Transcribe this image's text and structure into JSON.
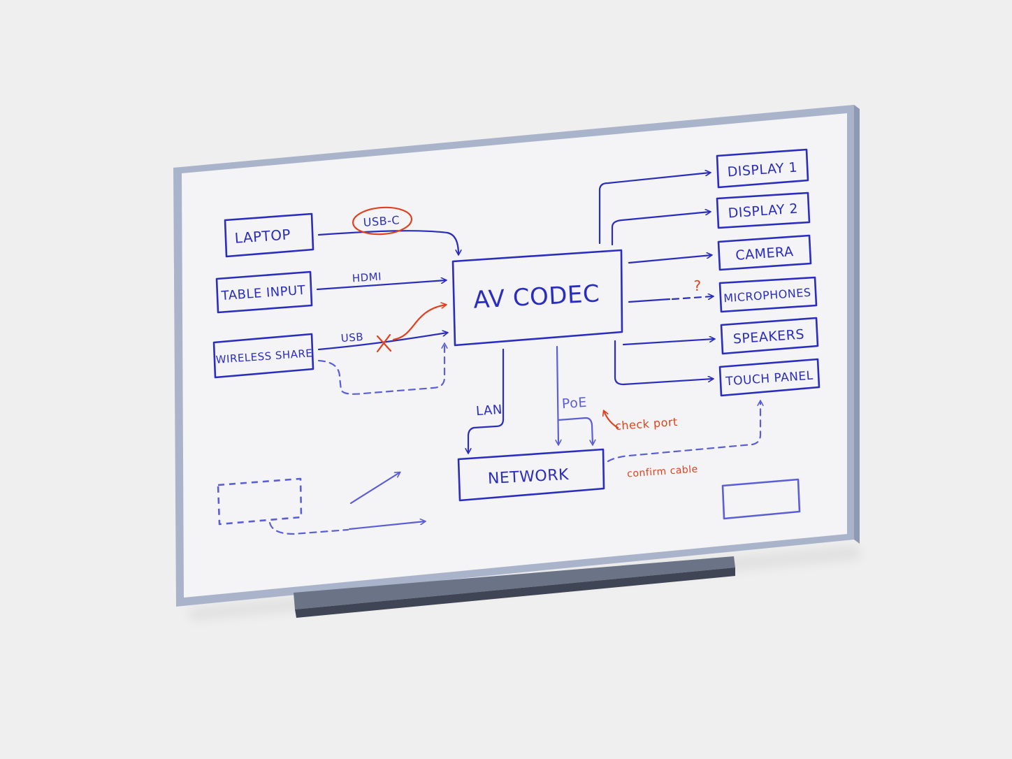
{
  "colors": {
    "background": "#efefef",
    "board_surface": "#f4f4f6",
    "board_frame": "#a9b4cb",
    "tray": "#4e5566",
    "marker_blue": "#2a2dbd",
    "marker_light_blue": "#5b5ed6",
    "marker_red": "#e0401c"
  },
  "diagram": {
    "hub": {
      "label": "AV CODEC"
    },
    "network": {
      "label": "NETWORK"
    },
    "inputs": [
      {
        "label": "LAPTOP",
        "connection": "USB-C"
      },
      {
        "label": "TABLE INPUT",
        "connection": "HDMI"
      },
      {
        "label": "WIRELESS SHARE",
        "connection": "USB"
      }
    ],
    "outputs": [
      {
        "label": "DISPLAY 1"
      },
      {
        "label": "DISPLAY 2"
      },
      {
        "label": "CAMERA"
      },
      {
        "label": "MICROPHONES"
      },
      {
        "label": "SPEAKERS"
      },
      {
        "label": "TOUCH PANEL"
      }
    ],
    "links": {
      "lan": "LAN",
      "poe": "PoE"
    },
    "annotations": {
      "question": "?",
      "check_port": "check port",
      "confirm_cable": "confirm cable"
    }
  }
}
